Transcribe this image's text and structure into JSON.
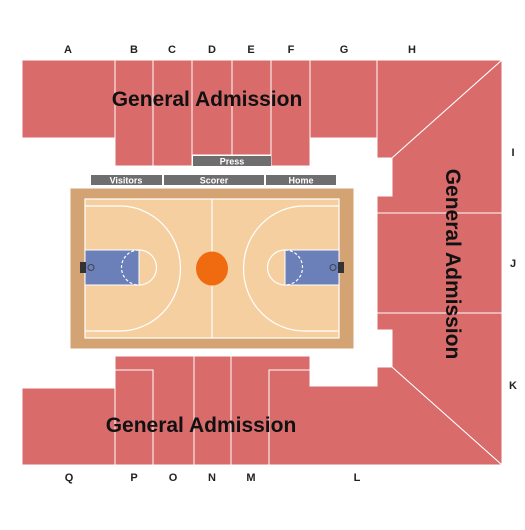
{
  "map": {
    "general_admission": "General Admission",
    "sections_top": [
      "A",
      "B",
      "C",
      "D",
      "E",
      "F",
      "G",
      "H"
    ],
    "sections_right": [
      "I",
      "J",
      "K"
    ],
    "sections_bottom": [
      "Q",
      "P",
      "O",
      "N",
      "M",
      "L"
    ],
    "tables": {
      "press": "Press",
      "visitors": "Visitors",
      "scorer": "Scorer",
      "home": "Home"
    },
    "colors": {
      "section": "#d96b6b",
      "court_wood": "#f5cfa0",
      "court_border": "#d4a373",
      "paint": "#6b7fb8",
      "center_circle": "#f06a0f",
      "table_bar": "#6e6e6e"
    }
  }
}
